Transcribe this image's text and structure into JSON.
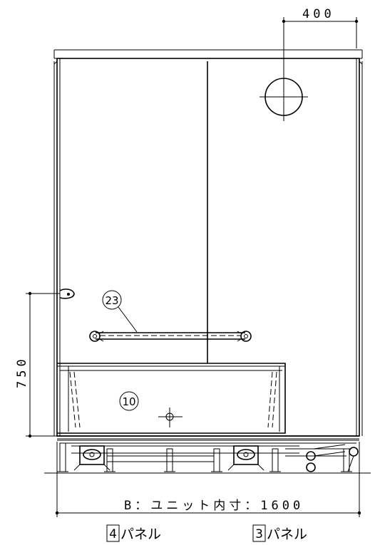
{
  "dimensions": {
    "top_width": "400",
    "height_handrail": "750",
    "unit_width_label": "B：ユニット内寸：1600"
  },
  "callouts": {
    "handrail": "23",
    "bathtub": "10"
  },
  "panels": {
    "left_number": "4",
    "left_text": "パネル",
    "right_number": "3",
    "right_text": "パネル"
  }
}
